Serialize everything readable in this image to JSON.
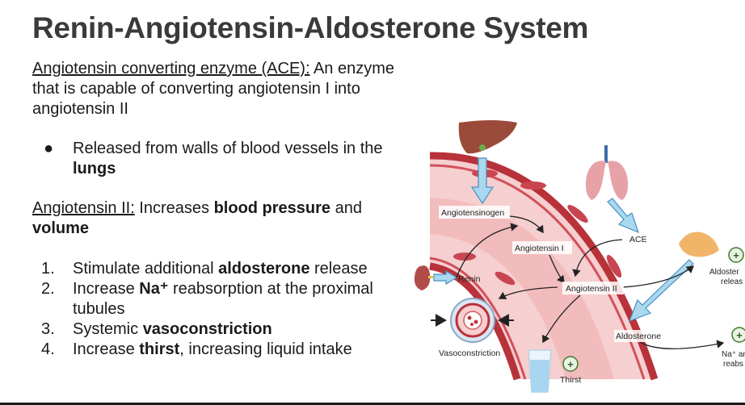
{
  "slide": {
    "title": "Renin-Angiotensin-Aldosterone System",
    "ace_def": {
      "term": "Angiotensin converting enzyme (ACE):",
      "line1": " An enzyme",
      "line2": "that is capable of converting angiotensin I into",
      "line3": "angiotensin II"
    },
    "bullet": {
      "marker": "●",
      "line1": "Released from walls of blood vessels in the",
      "line2_bold": "lungs"
    },
    "ang2": {
      "term": "Angiotensin II:",
      "text1": " Increases ",
      "bold1": "blood pressure",
      "text2": " and",
      "bold2": "volume"
    },
    "effects": [
      {
        "num": "1.",
        "pre": "Stimulate additional ",
        "bold": "aldosterone",
        "post": " release"
      },
      {
        "num": "2.",
        "pre": "Increase ",
        "bold": "Na⁺",
        "post": " reabsorption at the proximal",
        "cont": "tubules"
      },
      {
        "num": "3.",
        "pre": "Systemic ",
        "bold": "vasoconstriction",
        "post": ""
      },
      {
        "num": "4.",
        "pre": "Increase ",
        "bold": "thirst",
        "post": ", increasing liquid intake"
      }
    ]
  },
  "diagram": {
    "labels": {
      "angiotensinogen": "Angiotensinogen",
      "angiotensin1": "Angiotensin I",
      "ace": "ACE",
      "renin": "Renin",
      "angiotensin2": "Angiotensin II",
      "aldosterone": "Aldosterone",
      "vasoconstriction": "Vasoconstriction",
      "thirst": "Thirst",
      "aldo_release_1": "Aldoster",
      "aldo_release_2": "releas",
      "na_1": "Na⁺ an",
      "na_2": "reabs",
      "plus": "+"
    },
    "colors": {
      "vessel_wall": "#b8323a",
      "vessel_inner": "#f4c6c6",
      "arrow_fill": "#a9d8ef",
      "arrow_stroke": "#4a8fc0",
      "liver": "#9b4a3a",
      "lungs": "#e7a2a8",
      "adrenal": "#f1b56a",
      "kidney": "#b24c4a"
    }
  }
}
